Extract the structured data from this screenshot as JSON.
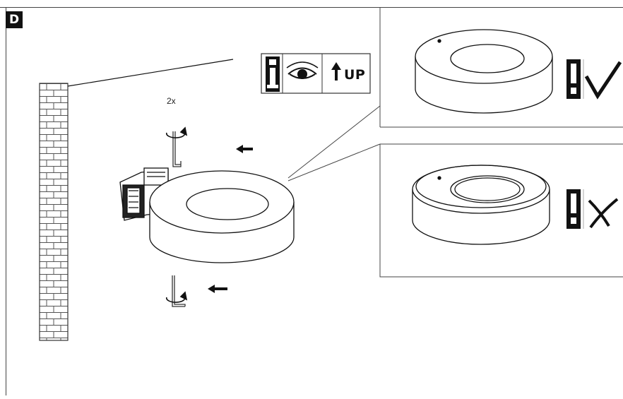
{
  "step": {
    "label": "D"
  },
  "instruction": {
    "repeat_count": "2x"
  },
  "info_box": {
    "up_label": "UP",
    "icons": [
      "info-icon",
      "eye-icon",
      "up-arrow-icon"
    ]
  },
  "details": {
    "correct": {
      "icons": [
        "warning-icon",
        "check-icon"
      ]
    },
    "incorrect": {
      "icons": [
        "warning-icon",
        "cross-icon"
      ]
    }
  },
  "tools": [
    "hex-key-icon",
    "rotate-icon",
    "arrow-left-icon"
  ],
  "colors": {
    "line": "#111111",
    "fill": "#ffffff",
    "brick": "#555555"
  }
}
